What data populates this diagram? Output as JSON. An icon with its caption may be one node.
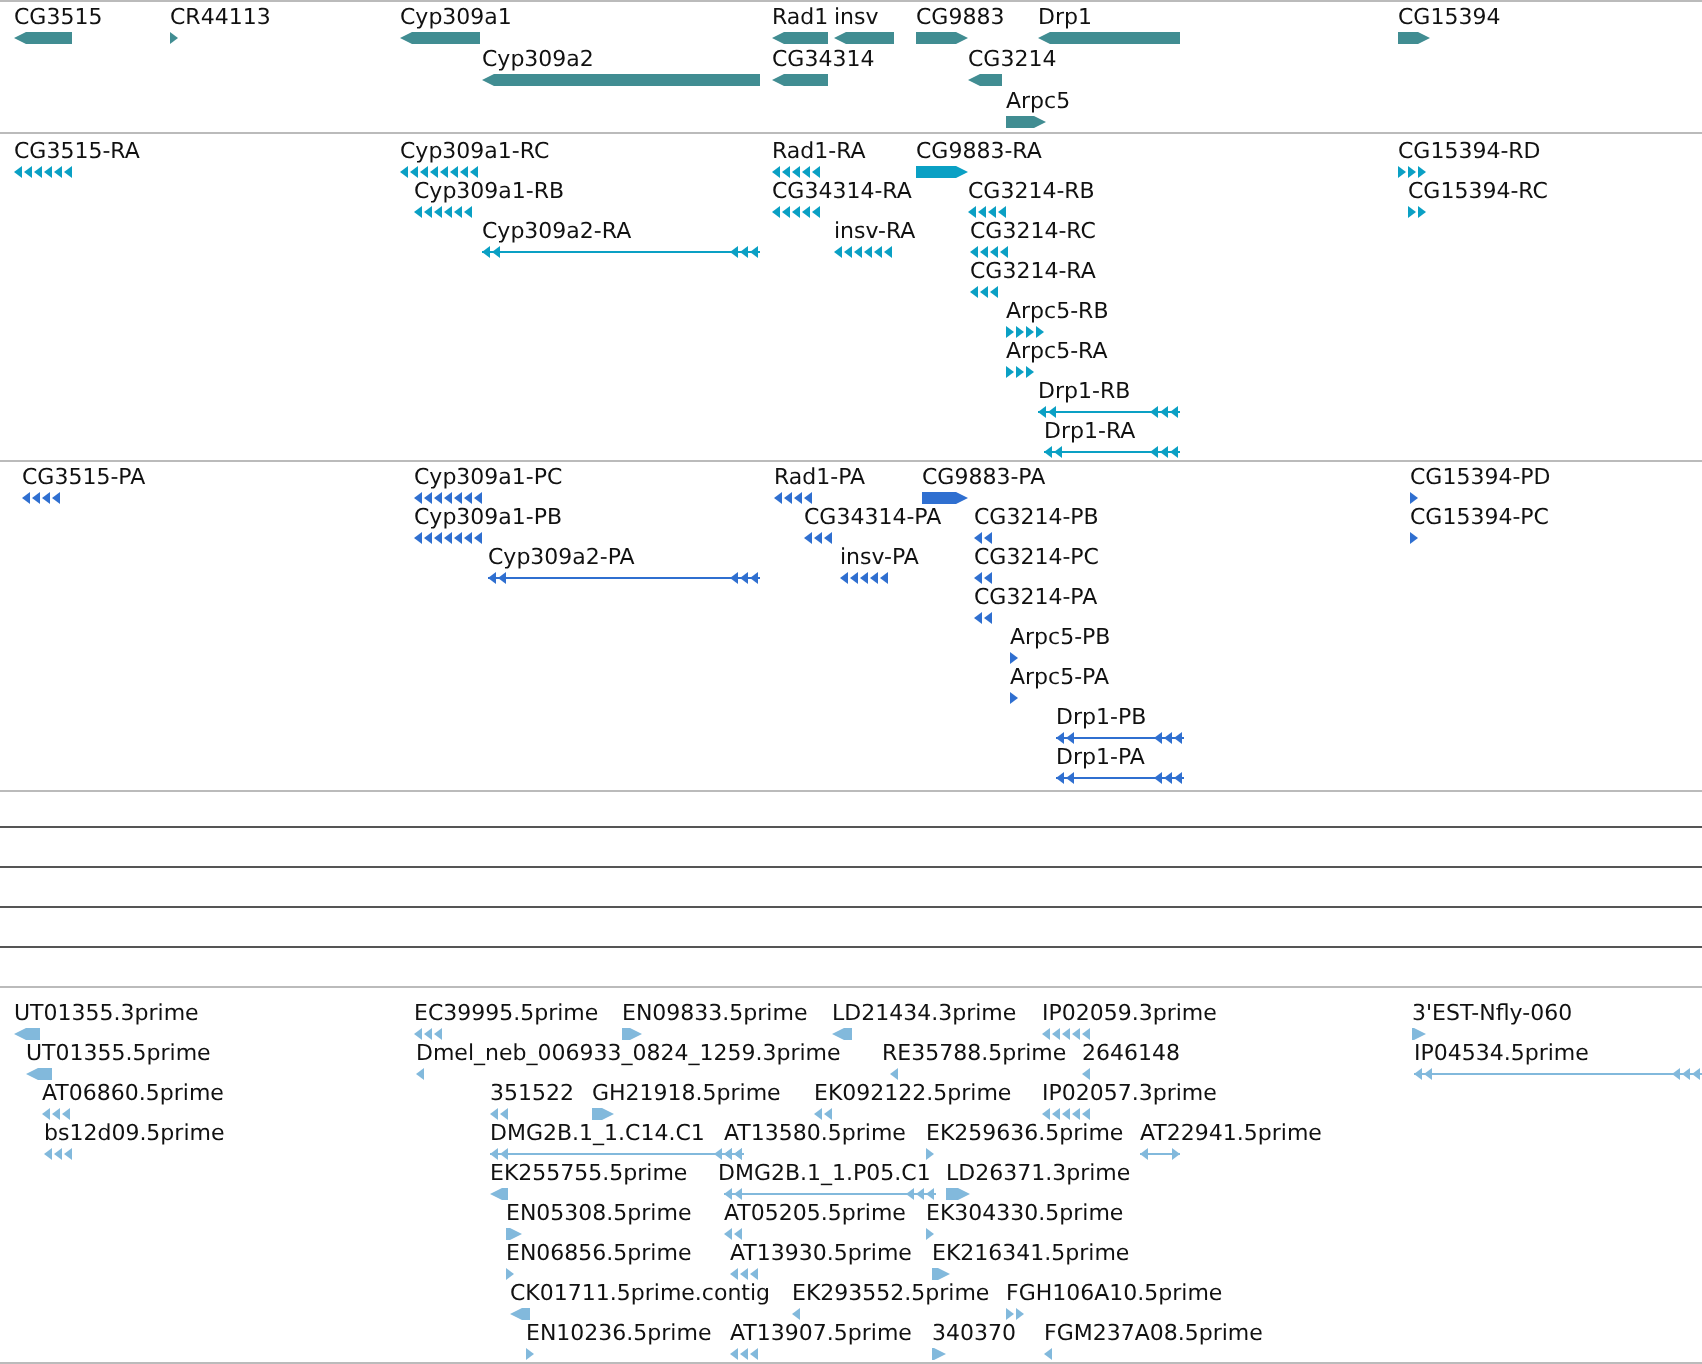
{
  "diagram": {
    "labels": [
      "CG3515",
      "CR44113",
      "Cyp309a1",
      "Cyp309a2",
      "Rad1",
      "insv",
      "CG34314",
      "CG9883",
      "Drp1",
      "CG3214",
      "Arpc5",
      "CG15394",
      "CG3515-RA",
      "Cyp309a1-RC",
      "Cyp309a1-RB",
      "Cyp309a2-RA",
      "Rad1-RA",
      "CG34314-RA",
      "insv-RA",
      "CG9883-RA",
      "CG3214-RB",
      "CG3214-RC",
      "CG3214-RA",
      "Arpc5-RB",
      "Arpc5-RA",
      "Drp1-RB",
      "Drp1-RA",
      "CG15394-RD",
      "CG15394-RC",
      "CG3515-PA",
      "Cyp309a1-PC",
      "Cyp309a1-PB",
      "Cyp309a2-PA",
      "Rad1-PA",
      "CG34314-PA",
      "insv-PA",
      "CG9883-PA",
      "CG3214-PB",
      "CG3214-PC",
      "CG3214-PA",
      "Arpc5-PB",
      "Arpc5-PA",
      "Drp1-PB",
      "Drp1-PA",
      "CG15394-PD",
      "CG15394-PC",
      "UT01355.3prime",
      "EC39995.5prime",
      "EN09833.5prime",
      "LD21434.3prime",
      "IP02059.3prime",
      "3'EST-Nfly-060",
      "UT01355.5prime",
      "Dmel_neb_006933_0824_1259.3prime",
      "RE35788.5prime",
      "2646148",
      "IP04534.5prime",
      "AT06860.5prime",
      "351522",
      "GH21918.5prime",
      "EK092122.5prime",
      "IP02057.3prime",
      "bs12d09.5prime",
      "DMG2B.1_1.C14.C1",
      "AT13580.5prime",
      "EK259636.5prime",
      "AT22941.5prime",
      "EK255755.5prime",
      "DMG2B.1_1.P05.C1",
      "LD26371.3prime",
      "EN05308.5prime",
      "AT05205.5prime",
      "EK304330.5prime",
      "EN06856.5prime",
      "AT13930.5prime",
      "EK216341.5prime",
      "CK01711.5prime.contig",
      "EK293552.5prime",
      "FGH106A10.5prime",
      "EN10236.5prime",
      "AT13907.5prime",
      "340370",
      "FGM237A08.5prime"
    ]
  }
}
